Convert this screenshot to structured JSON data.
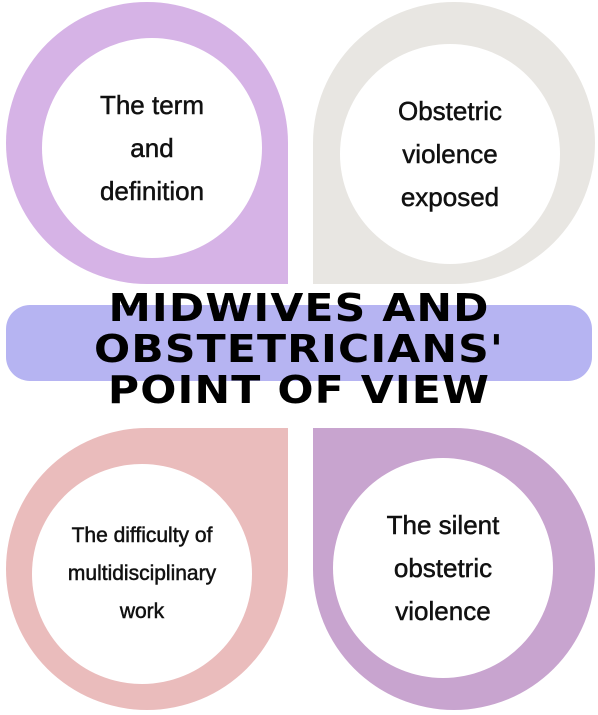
{
  "title": "MIDWIVES AND\nOBSTETRICIANS'\nPOINT OF VIEW",
  "petals": {
    "top_left": {
      "label": "The term\nand\ndefinition",
      "color": "#d6b3e6"
    },
    "top_right": {
      "label": "Obstetric\nviolence\nexposed",
      "color": "#e8e6e2"
    },
    "bottom_left": {
      "label": "The difficulty of\nmultidisciplinary\nwork",
      "color": "#eabcbc"
    },
    "bottom_right": {
      "label": "The silent\nobstetric\nviolence",
      "color": "#c8a4cf"
    }
  },
  "banner_color": "#b6b4f2"
}
